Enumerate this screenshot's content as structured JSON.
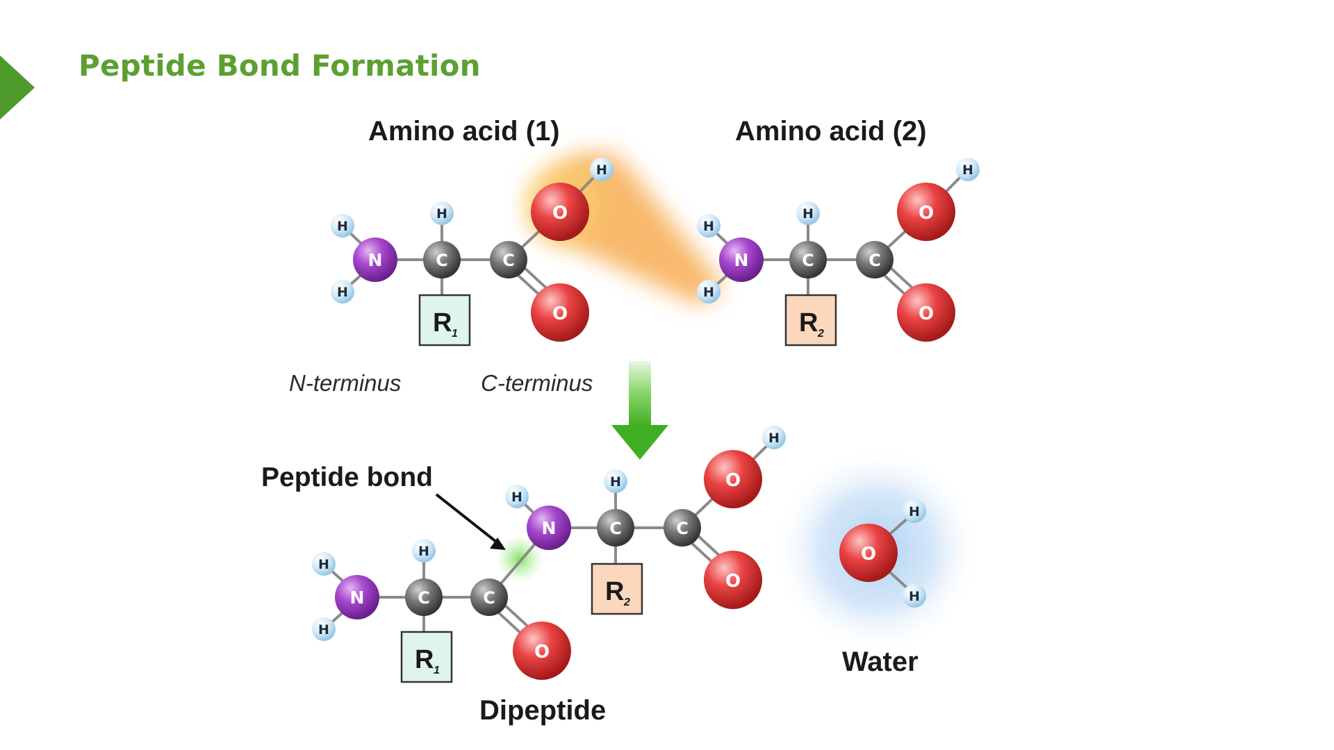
{
  "slide": {
    "title": "Peptide Bond Formation",
    "accent_color": "#5ca032"
  },
  "diagram": {
    "amino_acid_1_label": "Amino acid (1)",
    "amino_acid_2_label": "Amino acid (2)",
    "n_terminus_label": "N-terminus",
    "c_terminus_label": "C-terminus",
    "peptide_bond_label": "Peptide bond",
    "dipeptide_label": "Dipeptide",
    "water_label": "Water",
    "atoms": {
      "hydrogen": "H",
      "nitrogen": "N",
      "carbon": "C",
      "oxygen": "O"
    },
    "side_chains": {
      "r1": "R",
      "r1_sub": "1",
      "r2": "R",
      "r2_sub": "2"
    },
    "colors": {
      "nitrogen": "#9b3fc0",
      "carbon": "#6b6b6b",
      "oxygen": "#e23a3a",
      "hydrogen": "#bfe0f5",
      "r1_box": "#dff4ef",
      "r2_box": "#fbd7bd",
      "arrow": "#4cbb2e",
      "water_glow": "#a8cdf2",
      "peptide_glow": "#7ee05a",
      "condensation_glow": "#f6a13a"
    }
  }
}
